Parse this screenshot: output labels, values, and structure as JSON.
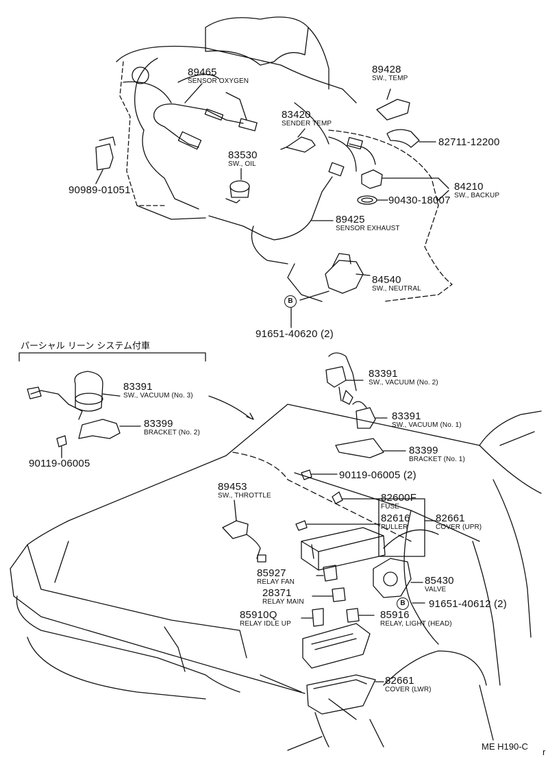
{
  "parts": {
    "p89465": {
      "number": "89465",
      "desc": "SENSOR OXYGEN"
    },
    "p89428": {
      "number": "89428",
      "desc": "SW., TEMP"
    },
    "p83420": {
      "number": "83420",
      "desc": "SENDER TEMP"
    },
    "p82711": {
      "number": "82711-12200"
    },
    "p83530": {
      "number": "83530",
      "desc": "SW., OIL"
    },
    "p84210": {
      "number": "84210",
      "desc": "SW., BACKUP"
    },
    "p90989": {
      "number": "90989-01051"
    },
    "p90430": {
      "number": "90430-18007"
    },
    "p89425": {
      "number": "89425",
      "desc": "SENSOR EXHAUST"
    },
    "p84540": {
      "number": "84540",
      "desc": "SW., NEUTRAL"
    },
    "p91651a": {
      "number": "91651-40620 (2)"
    },
    "p83391v2": {
      "number": "83391",
      "desc": "SW., VACUUM (No. 2)"
    },
    "p83391v3": {
      "number": "83391",
      "desc": "SW., VACUUM (No. 3)"
    },
    "p83399b2": {
      "number": "83399",
      "desc": "BRACKET (No. 2)"
    },
    "p90119a": {
      "number": "90119-06005"
    },
    "p83391v1": {
      "number": "83391",
      "desc": "SW., VACUUM (No. 1)"
    },
    "p83399b1": {
      "number": "83399",
      "desc": "BRACKET (No. 1)"
    },
    "p90119b": {
      "number": "90119-06005 (2)"
    },
    "p89453": {
      "number": "89453",
      "desc": "SW., THROTTLE"
    },
    "p82600": {
      "number": "82600F",
      "desc": "FUSE"
    },
    "p82616": {
      "number": "82616",
      "desc": "PULLER"
    },
    "p82661u": {
      "number": "82661",
      "desc": "COVER (UPR)"
    },
    "p85927": {
      "number": "85927",
      "desc": "RELAY FAN"
    },
    "p85430": {
      "number": "85430",
      "desc": "VALVE"
    },
    "p28371": {
      "number": "28371",
      "desc": "RELAY MAIN"
    },
    "p91651b": {
      "number": "91651-40612 (2)"
    },
    "p85910": {
      "number": "85910Q",
      "desc": "RELAY IDLE UP"
    },
    "p85916": {
      "number": "85916",
      "desc": "RELAY, LIGHT (HEAD)"
    },
    "p82661l": {
      "number": "82661",
      "desc": "COVER (LWR)"
    }
  },
  "markers": {
    "b": "B"
  },
  "section_note": "パーシャル リーン システム付車",
  "diagram_code": "ME H190-C",
  "corner_mark": "r"
}
